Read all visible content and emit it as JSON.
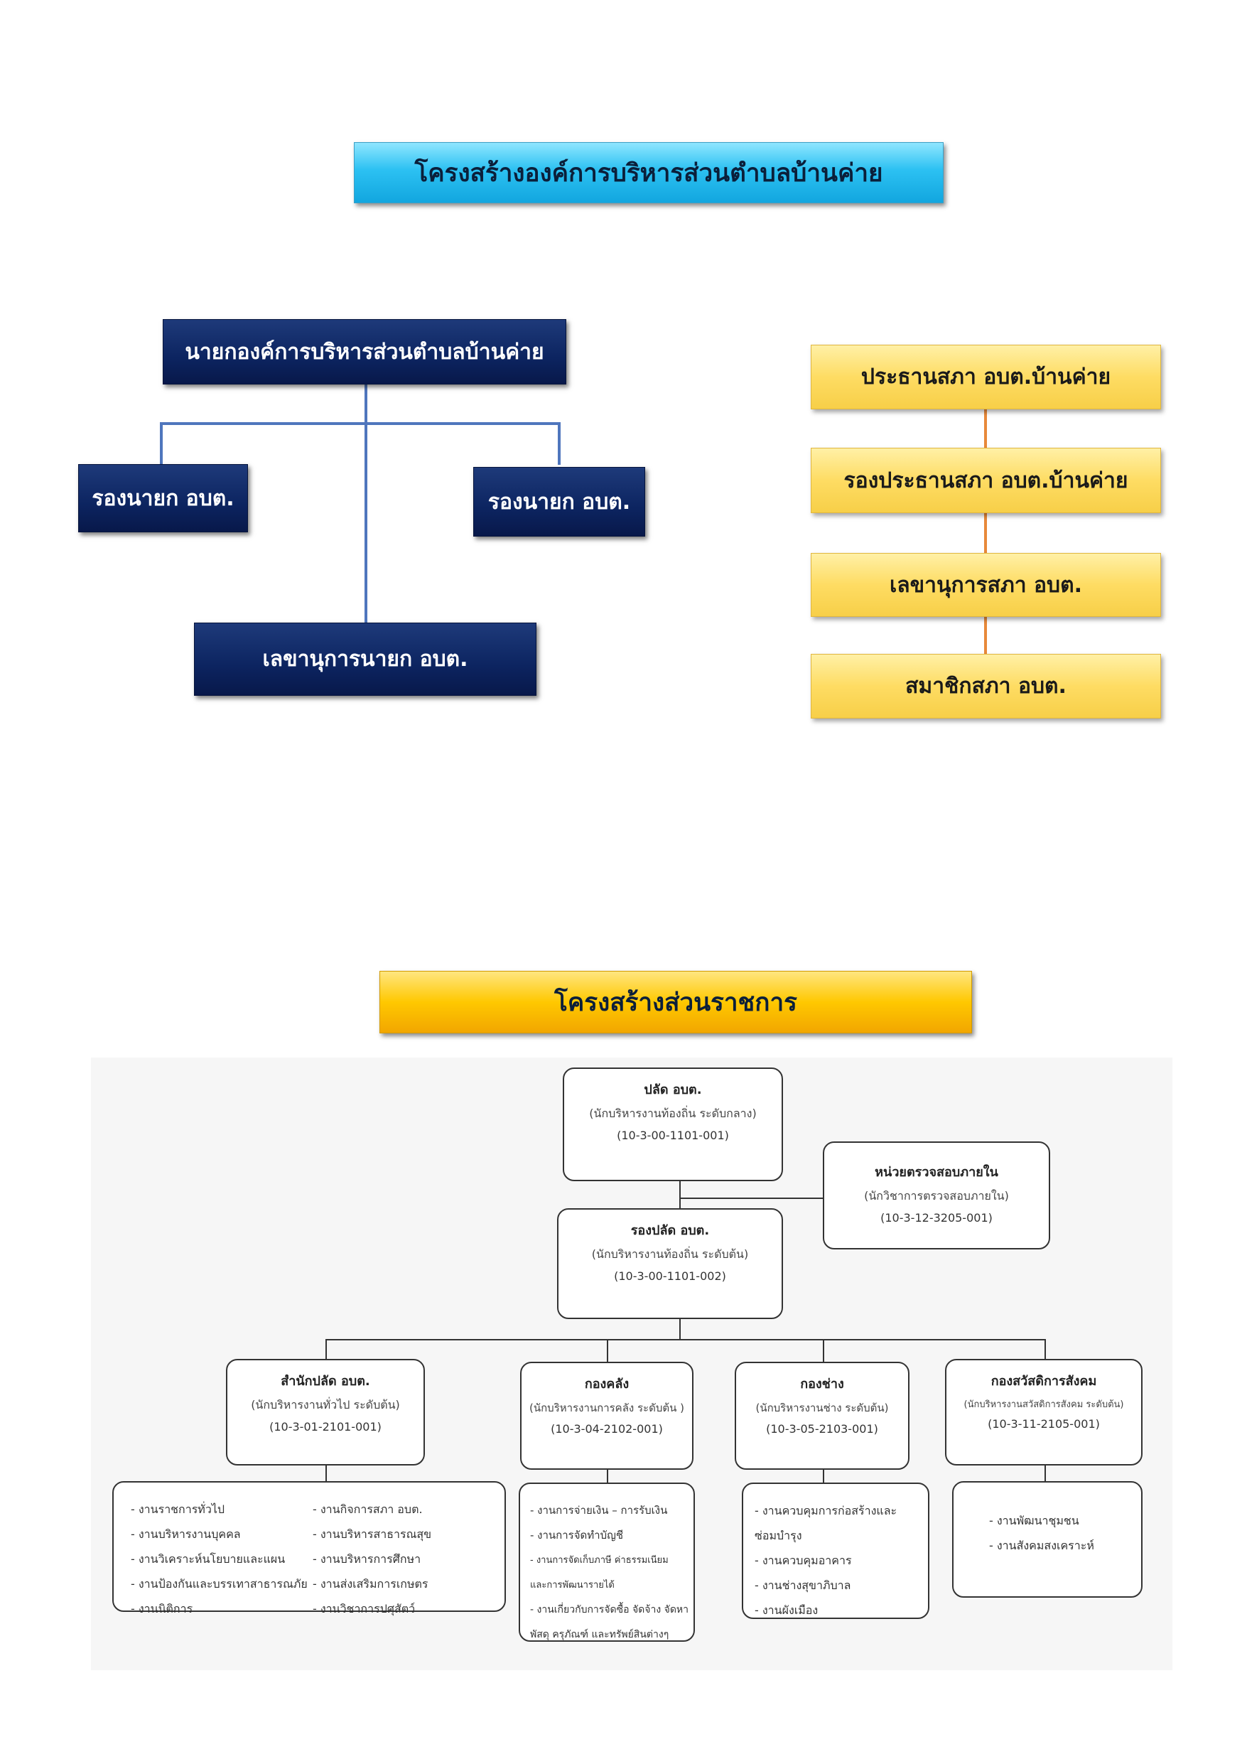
{
  "title_top": "โครงสร้างองค์การบริหารส่วนตำบลบ้านค่าย",
  "executive": {
    "mayor": "นายกองค์การบริหารส่วนตำบลบ้านค่าย",
    "deputy_left": "รองนายก  อบต.",
    "deputy_right": "รองนายก  อบต.",
    "secretary": "เลขานุการนายก  อบต."
  },
  "council": {
    "chair": "ประธานสภา  อบต.บ้านค่าย",
    "vice_chair": "รองประธานสภา  อบต.บ้านค่าย",
    "secretary": "เลขานุการสภา  อบต.",
    "members": "สมาชิกสภา  อบต."
  },
  "title_bottom": "โครงสร้างส่วนราชการ",
  "org": {
    "palad": {
      "title": "ปลัด อบต.",
      "sub": "(นักบริหารงานท้องถิ่น ระดับกลาง)",
      "code": "(10-3-00-1101-001)"
    },
    "audit": {
      "title": "หน่วยตรวจสอบภายใน",
      "sub": "(นักวิชาการตรวจสอบภายใน)",
      "code": "(10-3-12-3205-001)"
    },
    "deputy_palad": {
      "title": "รองปลัด อบต.",
      "sub": "(นักบริหารงานท้องถิ่น ระดับต้น)",
      "code": "(10-3-00-1101-002)"
    },
    "office": {
      "title": "สำนักปลัด อบต.",
      "sub": "(นักบริหารงานทั่วไป ระดับต้น)",
      "code": "(10-3-01-2101-001)"
    },
    "finance": {
      "title": "กองคลัง",
      "sub": "(นักบริหารงานการคลัง ระดับต้น )",
      "code": "(10-3-04-2102-001)"
    },
    "engineering": {
      "title": "กองช่าง",
      "sub": "(นักบริหารงานช่าง ระดับต้น)",
      "code": "(10-3-05-2103-001)"
    },
    "welfare": {
      "title": "กองสวัสดิการสังคม",
      "sub": "(นักบริหารงานสวัสดิการสังคม ระดับต้น)",
      "code": "(10-3-11-2105-001)"
    }
  },
  "tasks": {
    "office_left": [
      "- งานราชการทั่วไป",
      "- งานบริหารงานบุคคล",
      "- งานวิเคราะห์นโยบายและแผน",
      "- งานป้องกันและบรรเทาสาธารณภัย",
      "- งานนิติการ"
    ],
    "office_right": [
      "- งานกิจการสภา อบต.",
      "- งานบริหารสาธารณสุข",
      "- งานบริหารการศึกษา",
      "- งานส่งเสริมการเกษตร",
      "- งานวิชาการปศุสัตว์"
    ],
    "finance": [
      "- งานการจ่ายเงิน – การรับเงิน",
      "- งานการจัดทำบัญชี",
      "- งานการจัดเก็บภาษี ค่าธรรมเนียม",
      "และการพัฒนารายได้",
      "- งานเกี่ยวกับการจัดซื้อ จัดจ้าง จัดหา",
      "พัสดุ ครุภัณฑ์ และทรัพย์สินต่างๆ"
    ],
    "engineering": [
      "- งานควบคุมการก่อสร้างและ",
      "ซ่อมบำรุง",
      "- งานควบคุมอาคาร",
      "- งานช่างสุขาภิบาล",
      "- งานผังเมือง"
    ],
    "welfare": [
      "- งานพัฒนาชุมชน",
      "- งานสังคมสงเคราะห์"
    ]
  },
  "colors": {
    "navy": "#0c2460",
    "gold": "#ffc800",
    "sky": "#2cc1f2",
    "council_yellow": "#fedc63",
    "connector_blue": "#4f76bd",
    "connector_orange": "#e8893a"
  }
}
